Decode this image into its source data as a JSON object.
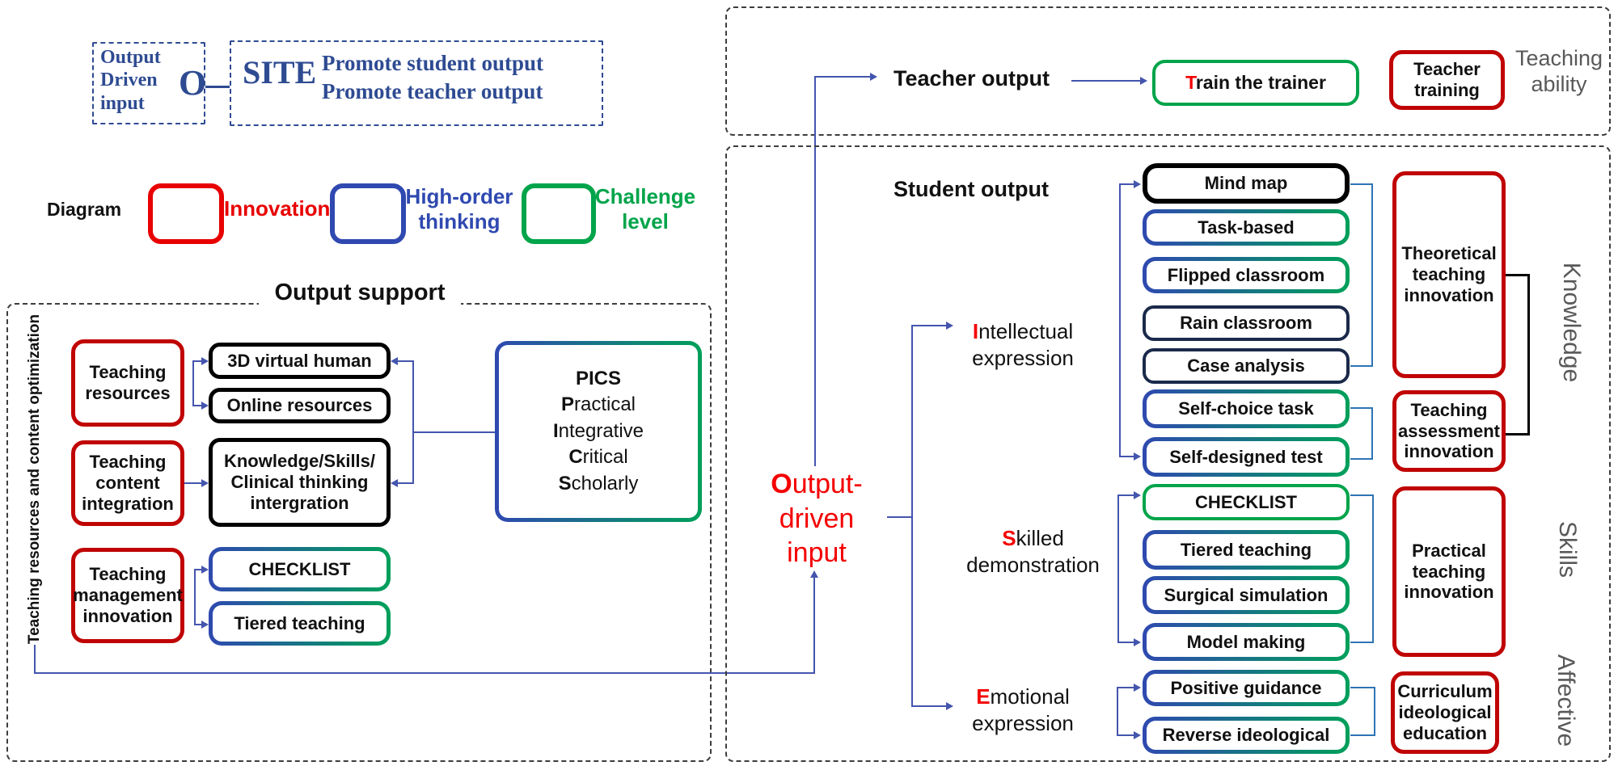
{
  "header": {
    "odi_lines": [
      "Output",
      "Driven",
      "input"
    ],
    "o_letter": "O",
    "site": "SITE",
    "promote_lines": [
      "Promote student output",
      "Promote teacher output"
    ]
  },
  "legend": {
    "title": "Diagram",
    "items": [
      {
        "line1": "Innovation",
        "line2": "",
        "color": "#E80000"
      },
      {
        "line1": "High-order",
        "line2": "thinking",
        "color": "#2F49B0"
      },
      {
        "line1": "Challenge",
        "line2": "level",
        "color": "#00A44A"
      }
    ]
  },
  "output_support": {
    "title": "Output support",
    "side_label": "Teaching resources and content optimization",
    "teaching_resources": "Teaching resources",
    "teaching_content": "Teaching content integration",
    "teaching_management": "Teaching management innovation",
    "virtual_human": "3D virtual human",
    "online_resources": "Online resources",
    "knowledge_lines": [
      "Knowledge/Skills/",
      "Clinical thinking",
      "intergration"
    ],
    "checklist": "CHECKLIST",
    "tiered": "Tiered teaching",
    "pics": {
      "title": "PICS",
      "items": [
        {
          "f": "P",
          "r": "ractical"
        },
        {
          "f": "I",
          "r": "ntegrative"
        },
        {
          "f": "C",
          "r": "ritical"
        },
        {
          "f": "S",
          "r": "cholarly"
        }
      ]
    }
  },
  "teacher": {
    "title": "Teacher output",
    "trainer": {
      "f": "T",
      "r": "rain the trainer"
    },
    "training": "Teacher training",
    "ability": "Teaching ability"
  },
  "student": {
    "title": "Student output",
    "driver": {
      "l1f": "O",
      "l1r": "utput-",
      "l2": "driven",
      "l3": "input"
    },
    "intellectual": {
      "f": "I",
      "r": "ntellectual",
      "line2": "expression"
    },
    "skilled": {
      "f": "S",
      "r": "killed",
      "line2": "demonstration"
    },
    "emotional": {
      "f": "E",
      "r": "motional",
      "line2": "expression"
    },
    "boxes": [
      "Mind map",
      "Task-based",
      "Flipped classroom",
      "Rain classroom",
      "Case analysis",
      "Self-choice task",
      "Self-designed test",
      "CHECKLIST",
      "Tiered teaching",
      "Surgical simulation",
      "Model making",
      "Positive guidance",
      "Reverse ideological"
    ],
    "outcomes": [
      "Theoretical teaching innovation",
      "Teaching assessment innovation",
      "Practical teaching innovation",
      "Curriculum ideological education"
    ],
    "domains": [
      "Knowledge",
      "Skills",
      "Affective"
    ]
  },
  "colors": {
    "line_blue": "#4455AE",
    "bracket_steel": "#2E74B5",
    "innovation_red": "#C00404",
    "legend_red": "#E80000",
    "high_order_blue": "#2F49B0",
    "challenge_green": "#00A44A",
    "driver_red": "#F40000",
    "domain_gray": "#595959"
  }
}
